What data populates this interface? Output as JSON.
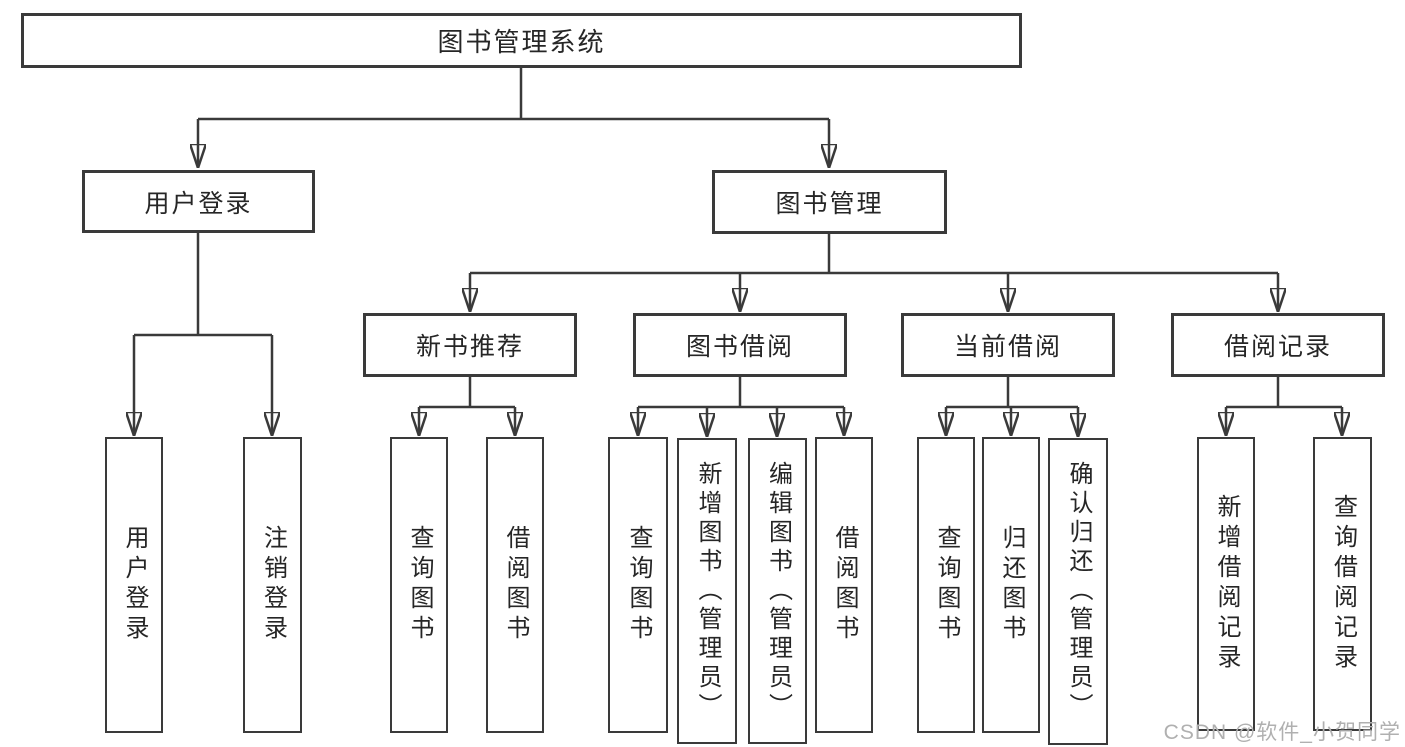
{
  "diagram": {
    "title": "图书管理系统",
    "nodes": {
      "root": {
        "label": "图书管理系统"
      },
      "level2": [
        {
          "label": "用户登录"
        },
        {
          "label": "图书管理"
        }
      ],
      "level3": [
        {
          "label": "新书推荐",
          "parent": "图书管理"
        },
        {
          "label": "图书借阅",
          "parent": "图书管理"
        },
        {
          "label": "当前借阅",
          "parent": "图书管理"
        },
        {
          "label": "借阅记录",
          "parent": "图书管理"
        }
      ],
      "leaves": [
        {
          "label": "用户登录",
          "parent": "用户登录"
        },
        {
          "label": "注销登录",
          "parent": "用户登录"
        },
        {
          "label": "查询图书",
          "parent": "新书推荐"
        },
        {
          "label": "借阅图书",
          "parent": "新书推荐"
        },
        {
          "label": "查询图书",
          "parent": "图书借阅"
        },
        {
          "label": "新增图书（管理员）",
          "parent": "图书借阅"
        },
        {
          "label": "编辑图书（管理员）",
          "parent": "图书借阅"
        },
        {
          "label": "借阅图书",
          "parent": "图书借阅"
        },
        {
          "label": "查询图书",
          "parent": "当前借阅"
        },
        {
          "label": "归还图书",
          "parent": "当前借阅"
        },
        {
          "label": "确认归还（管理员）",
          "parent": "当前借阅"
        },
        {
          "label": "新增借阅记录",
          "parent": "借阅记录"
        },
        {
          "label": "查询借阅记录",
          "parent": "借阅记录"
        }
      ]
    },
    "watermark": "CSDN @软件_小贺同学",
    "colors": {
      "line": "#3a3a3a",
      "text": "#262626",
      "watermark": "#b0b0b0",
      "background": "#ffffff"
    }
  }
}
